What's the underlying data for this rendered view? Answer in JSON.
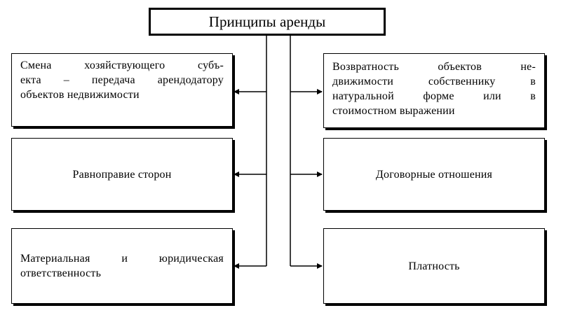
{
  "diagram": {
    "title": "Принципы аренды",
    "left": [
      {
        "lines": [
          "Смена хозяйствующего субъ-",
          "екта – передача арендодатору",
          "объектов недвижимости"
        ]
      },
      {
        "lines": [
          "Равноправие сторон"
        ]
      },
      {
        "lines": [
          "Материальная и юридическая",
          "ответственность"
        ]
      }
    ],
    "right": [
      {
        "lines": [
          "Возвратность объектов не-",
          "движимости собственнику в",
          "натуральной форме или в",
          "стоимостном выражении"
        ]
      },
      {
        "lines": [
          "Договорные отношения"
        ]
      },
      {
        "lines": [
          "Платность"
        ]
      }
    ]
  }
}
